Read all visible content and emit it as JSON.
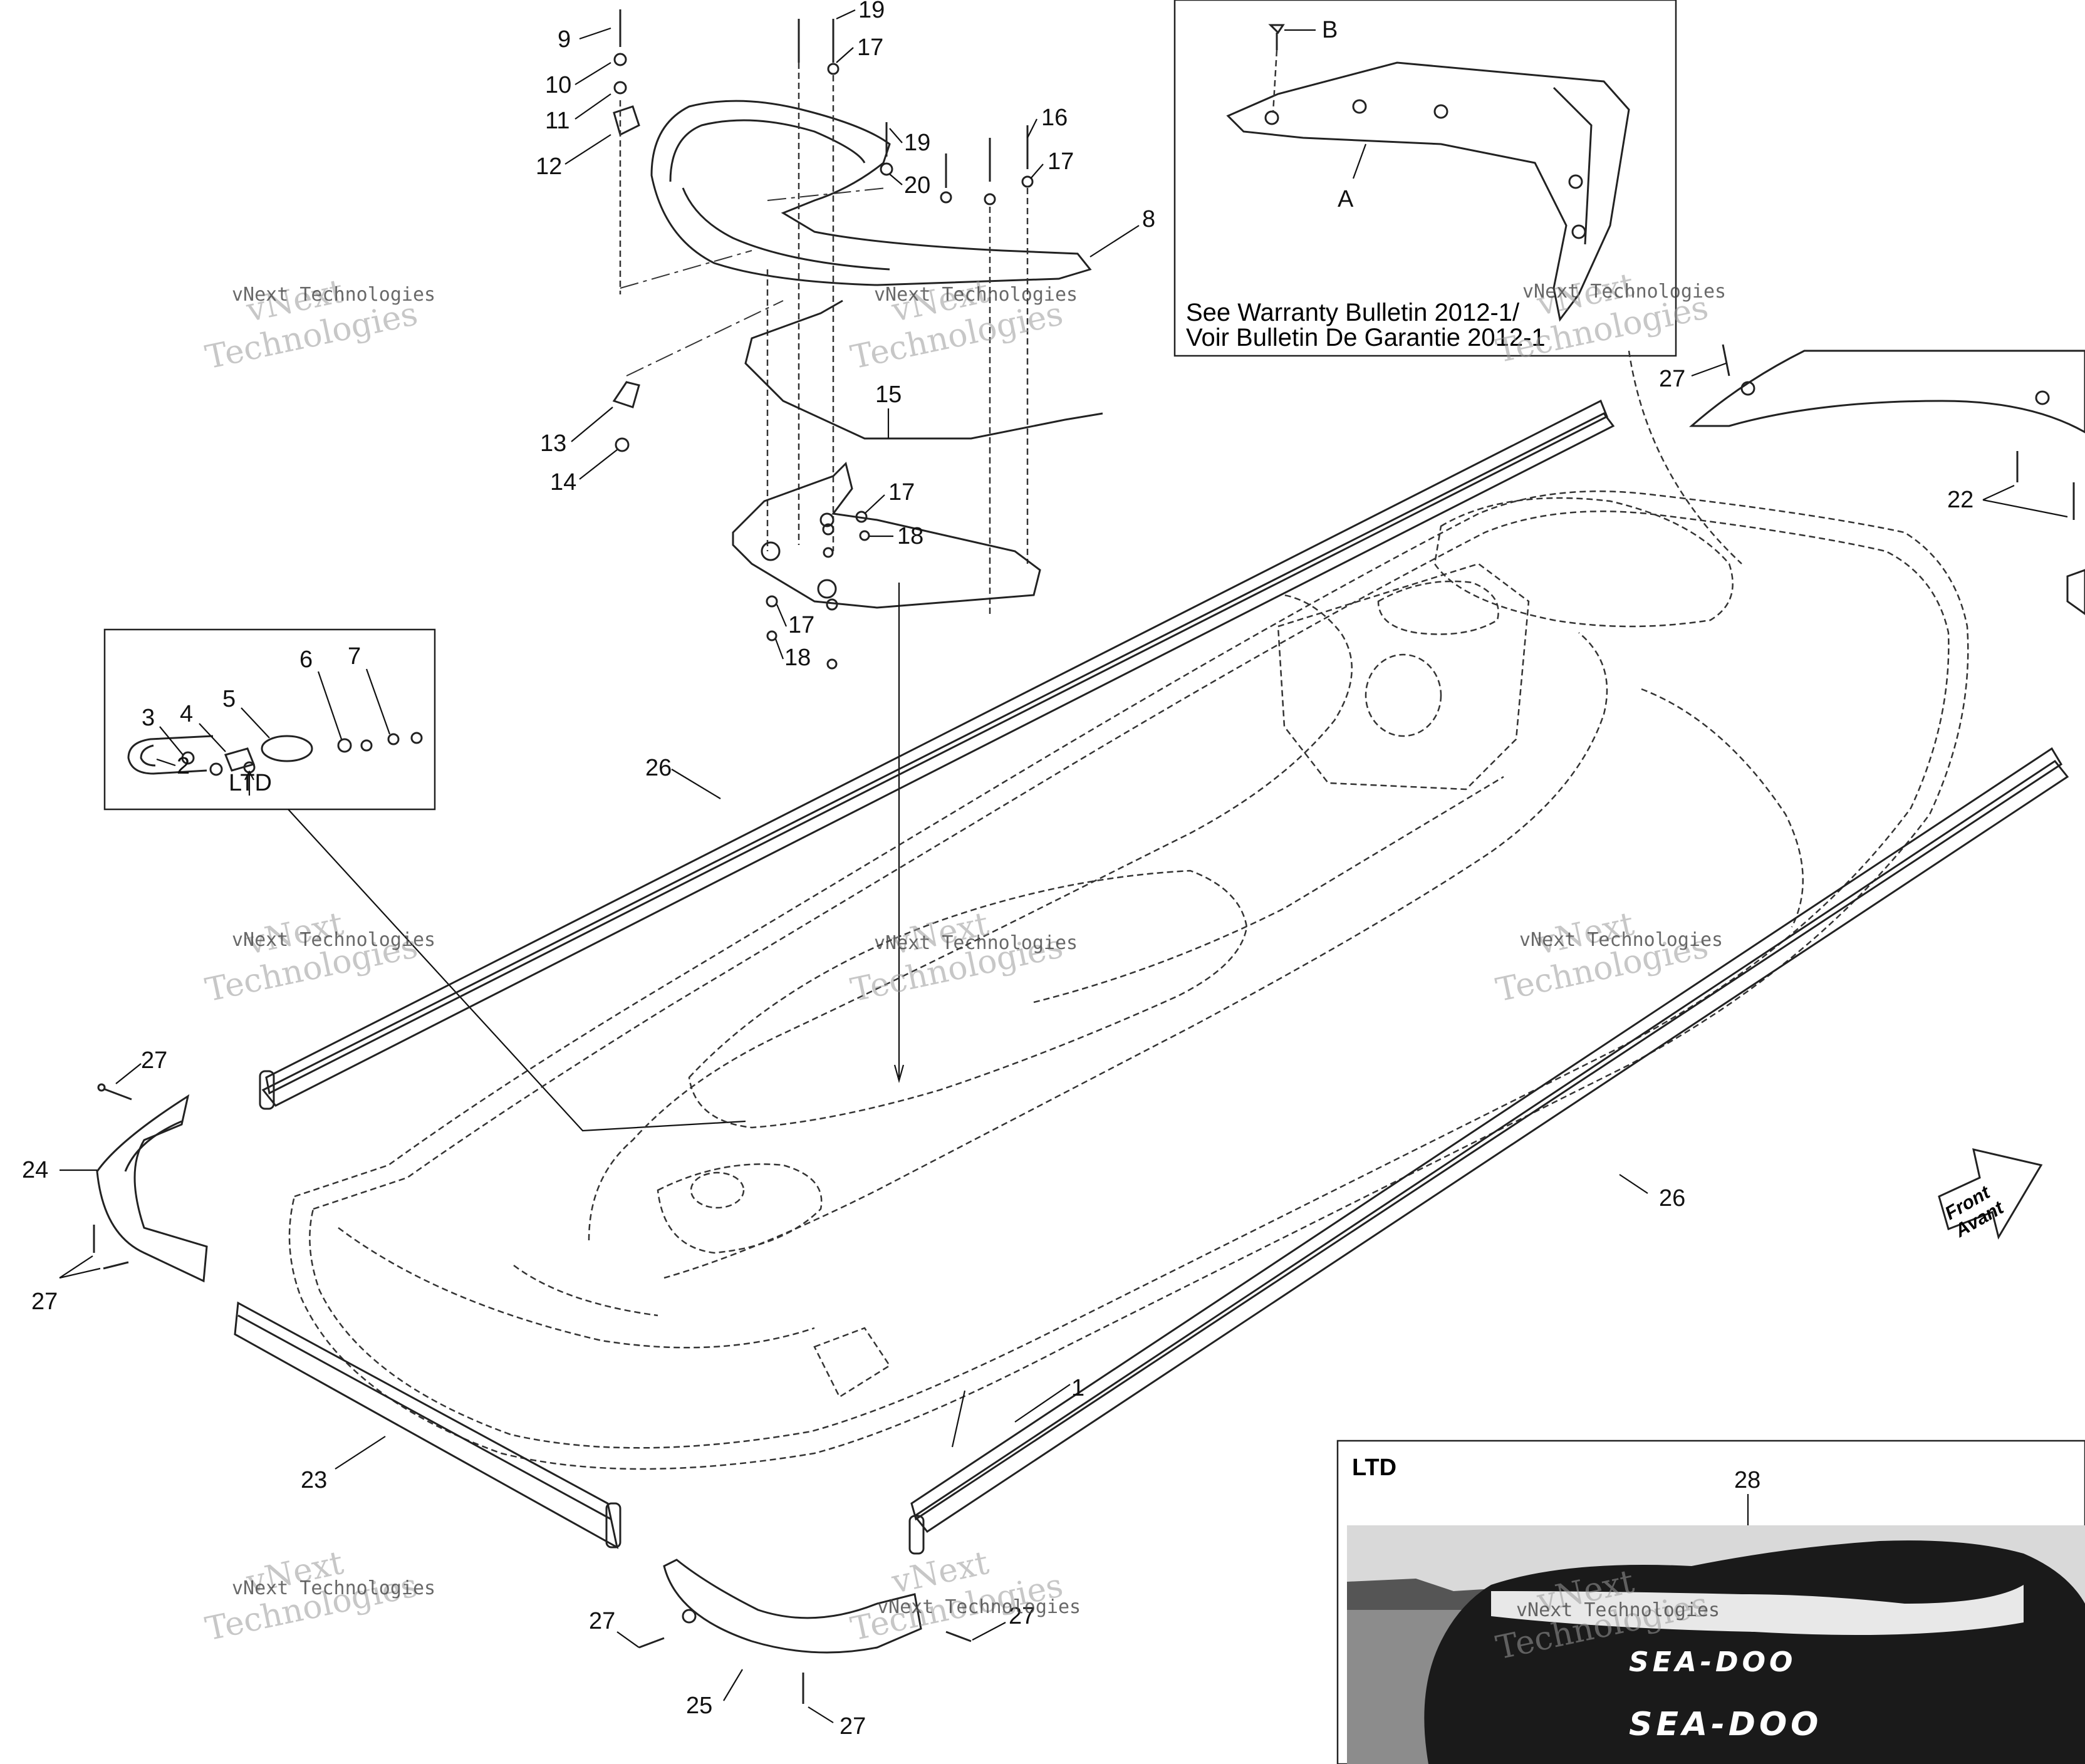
{
  "callouts": [
    {
      "id": "c1",
      "text": "1"
    },
    {
      "id": "c2",
      "text": "2"
    },
    {
      "id": "c3",
      "text": "3"
    },
    {
      "id": "c4",
      "text": "4"
    },
    {
      "id": "c5",
      "text": "5"
    },
    {
      "id": "c6",
      "text": "6"
    },
    {
      "id": "c7",
      "text": "7"
    },
    {
      "id": "c8",
      "text": "8"
    },
    {
      "id": "c9",
      "text": "9"
    },
    {
      "id": "c10",
      "text": "10"
    },
    {
      "id": "c11",
      "text": "11"
    },
    {
      "id": "c12",
      "text": "12"
    },
    {
      "id": "c13",
      "text": "13"
    },
    {
      "id": "c14",
      "text": "14"
    },
    {
      "id": "c15",
      "text": "15"
    },
    {
      "id": "c16",
      "text": "16"
    },
    {
      "id": "c17a",
      "text": "17"
    },
    {
      "id": "c17b",
      "text": "17"
    },
    {
      "id": "c17c",
      "text": "17"
    },
    {
      "id": "c17d",
      "text": "17"
    },
    {
      "id": "c18a",
      "text": "18"
    },
    {
      "id": "c18b",
      "text": "18"
    },
    {
      "id": "c19a",
      "text": "19"
    },
    {
      "id": "c19b",
      "text": "19"
    },
    {
      "id": "c20",
      "text": "20"
    },
    {
      "id": "c22",
      "text": "22"
    },
    {
      "id": "c23",
      "text": "23"
    },
    {
      "id": "c24",
      "text": "24"
    },
    {
      "id": "c25",
      "text": "25"
    },
    {
      "id": "c26a",
      "text": "26"
    },
    {
      "id": "c26b",
      "text": "26"
    },
    {
      "id": "c27a",
      "text": "27"
    },
    {
      "id": "c27b",
      "text": "27"
    },
    {
      "id": "c27c",
      "text": "27"
    },
    {
      "id": "c27d",
      "text": "27"
    },
    {
      "id": "c27e",
      "text": "27"
    },
    {
      "id": "c27f",
      "text": "27"
    },
    {
      "id": "c28",
      "text": "28"
    },
    {
      "id": "cA",
      "text": "A"
    },
    {
      "id": "cB",
      "text": "B"
    }
  ],
  "ltd_inset_label": "LTD",
  "ltd_photo_label": "LTD",
  "warranty_note_line1": "See Warranty Bulletin 2012-1/",
  "warranty_note_line2": "Voir Bulletin De Garantie 2012-1",
  "front_arrow_line1": "Front",
  "front_arrow_line2": "Avant",
  "watermark_line1": "vNext",
  "watermark_line2": "Technologies",
  "watermark_small": "vNext Technologies",
  "cover_brand": "SEA-DOO",
  "colors": {
    "line": "#222222",
    "watermark": "#9a9a9a",
    "cover_dark": "#1a1a1a",
    "cover_light": "#e8e8e8",
    "sky": "#d9d9d9",
    "water": "#8c8c8c"
  }
}
